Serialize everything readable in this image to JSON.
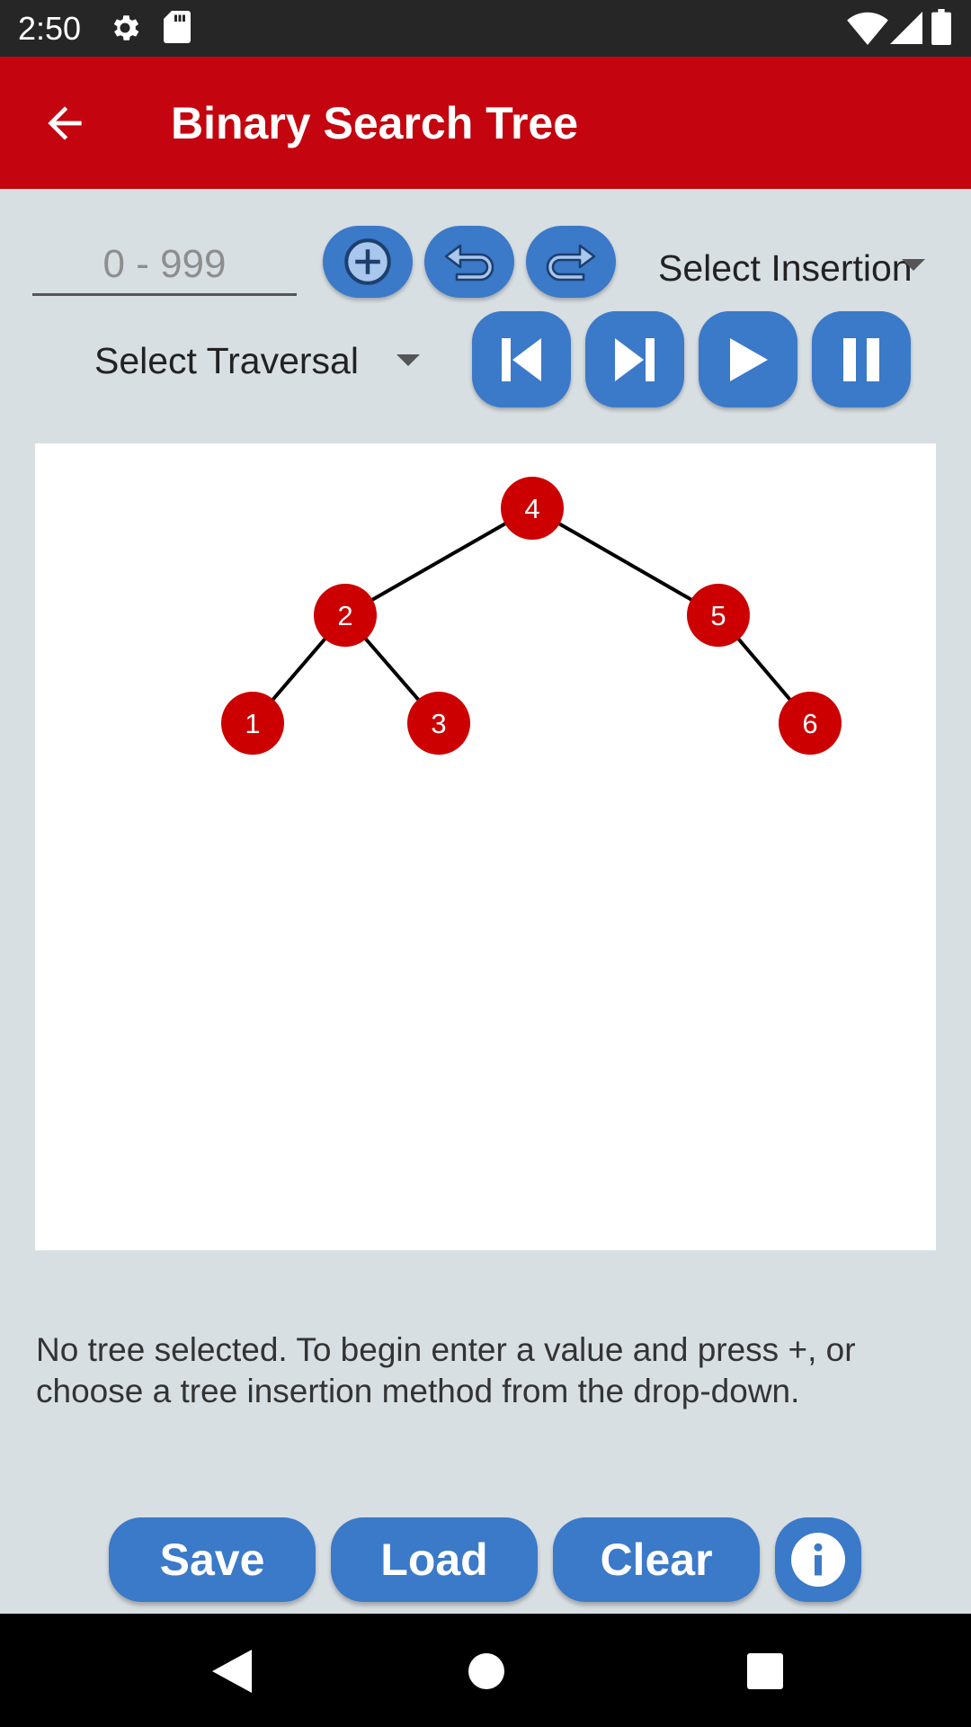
{
  "status_bar": {
    "time": "2:50",
    "icons": [
      "gear-icon",
      "sd-card-icon",
      "wifi-icon",
      "signal-icon",
      "battery-icon"
    ]
  },
  "app_bar": {
    "title": "Binary Search Tree",
    "back_icon": "arrow-back-icon"
  },
  "controls": {
    "value_input": {
      "value": "",
      "placeholder": "0 - 999"
    },
    "insertion_dropdown": {
      "selected": "Select Insertion"
    },
    "traversal_dropdown": {
      "selected": "Select Traversal"
    },
    "icons": {
      "add": "add-circle-icon",
      "undo": "undo-icon",
      "redo": "redo-icon",
      "skip_previous": "skip-previous-icon",
      "skip_next": "skip-next-icon",
      "play": "play-icon",
      "pause": "pause-icon"
    }
  },
  "tree": {
    "nodes": [
      {
        "id": "n4",
        "label": "4"
      },
      {
        "id": "n2",
        "label": "2"
      },
      {
        "id": "n5",
        "label": "5"
      },
      {
        "id": "n1",
        "label": "1"
      },
      {
        "id": "n3",
        "label": "3"
      },
      {
        "id": "n6",
        "label": "6"
      }
    ],
    "edges": [
      [
        "n4",
        "n2"
      ],
      [
        "n4",
        "n5"
      ],
      [
        "n2",
        "n1"
      ],
      [
        "n2",
        "n3"
      ],
      [
        "n5",
        "n6"
      ]
    ],
    "node_color": "#cc0000"
  },
  "message": "No tree selected. To begin enter a value and press +, or choose a tree insertion method from the drop-down.",
  "bottom_buttons": {
    "save": "Save",
    "load": "Load",
    "clear": "Clear",
    "info_icon": "info-icon"
  },
  "colors": {
    "app_bar": "#c4040f",
    "button": "#3b79c9",
    "background": "#d8dfe3"
  }
}
